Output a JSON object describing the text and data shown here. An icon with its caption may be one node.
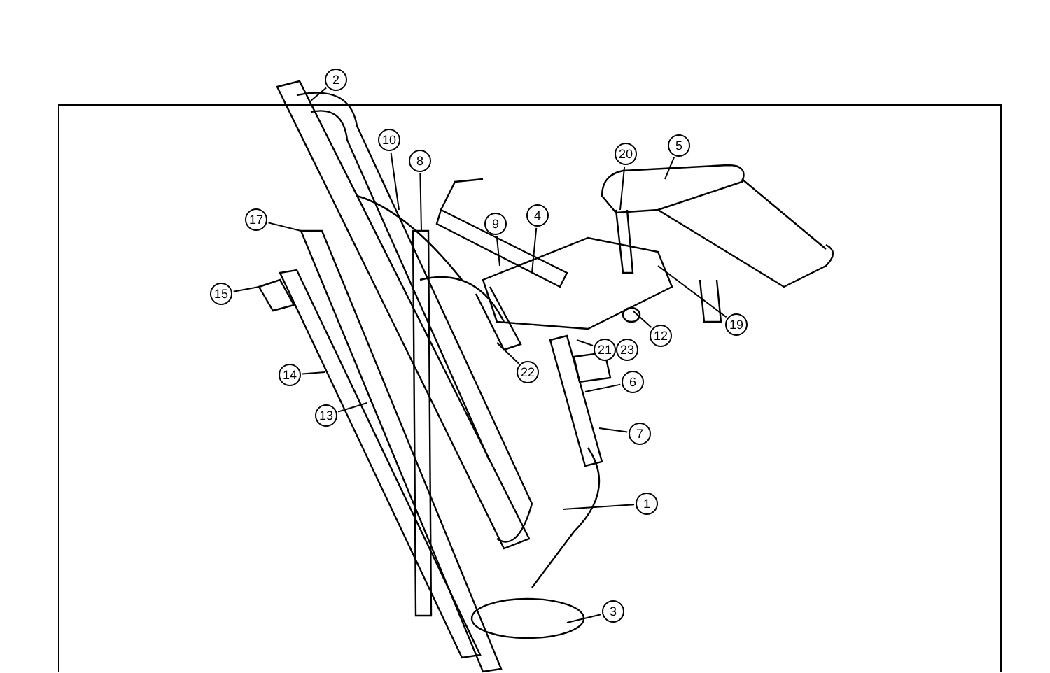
{
  "diagram": {
    "nodes": [
      {
        "text": [
          "2"
        ]
      },
      {
        "text": [
          "10"
        ]
      },
      {
        "text": [
          "5"
        ]
      },
      {
        "text": [
          "20"
        ]
      },
      {
        "text": [
          "8"
        ]
      },
      {
        "text": [
          "4"
        ]
      },
      {
        "text": [
          "17"
        ]
      },
      {
        "text": [
          "9"
        ]
      },
      {
        "text": [
          "15"
        ]
      },
      {
        "text": [
          "19"
        ]
      },
      {
        "text": [
          "12"
        ]
      },
      {
        "text": [
          "21"
        ]
      },
      {
        "text": [
          "23"
        ]
      },
      {
        "text": [
          "22"
        ]
      },
      {
        "text": [
          "14"
        ]
      },
      {
        "text": [
          "6"
        ]
      },
      {
        "text": [
          "13"
        ]
      },
      {
        "text": [
          "7"
        ]
      },
      {
        "text": [
          "1"
        ]
      },
      {
        "text": [
          "3"
        ]
      }
    ],
    "edges": [
      {
        "from": 0,
        "to": null,
        "arrow": "none"
      },
      {
        "from": 1,
        "to": null,
        "arrow": "none"
      },
      {
        "from": 2,
        "to": null,
        "arrow": "none"
      },
      {
        "from": 3,
        "to": null,
        "arrow": "none"
      },
      {
        "from": 4,
        "to": null,
        "arrow": "none"
      },
      {
        "from": 5,
        "to": null,
        "arrow": "none"
      },
      {
        "from": 6,
        "to": null,
        "arrow": "none"
      },
      {
        "from": 7,
        "to": null,
        "arrow": "none"
      },
      {
        "from": 8,
        "to": null,
        "arrow": "none"
      },
      {
        "from": 9,
        "to": null,
        "arrow": "none"
      },
      {
        "from": 10,
        "to": null,
        "arrow": "none"
      },
      {
        "from": 11,
        "to": null,
        "arrow": "none"
      },
      {
        "from": 13,
        "to": null,
        "arrow": "none"
      },
      {
        "from": 14,
        "to": null,
        "arrow": "none"
      },
      {
        "from": 15,
        "to": null,
        "arrow": "none"
      },
      {
        "from": 16,
        "to": null,
        "arrow": "none"
      },
      {
        "from": 17,
        "to": null,
        "arrow": "none"
      },
      {
        "from": 18,
        "to": null,
        "arrow": "none"
      },
      {
        "from": 19,
        "to": null,
        "arrow": "none"
      }
    ]
  }
}
